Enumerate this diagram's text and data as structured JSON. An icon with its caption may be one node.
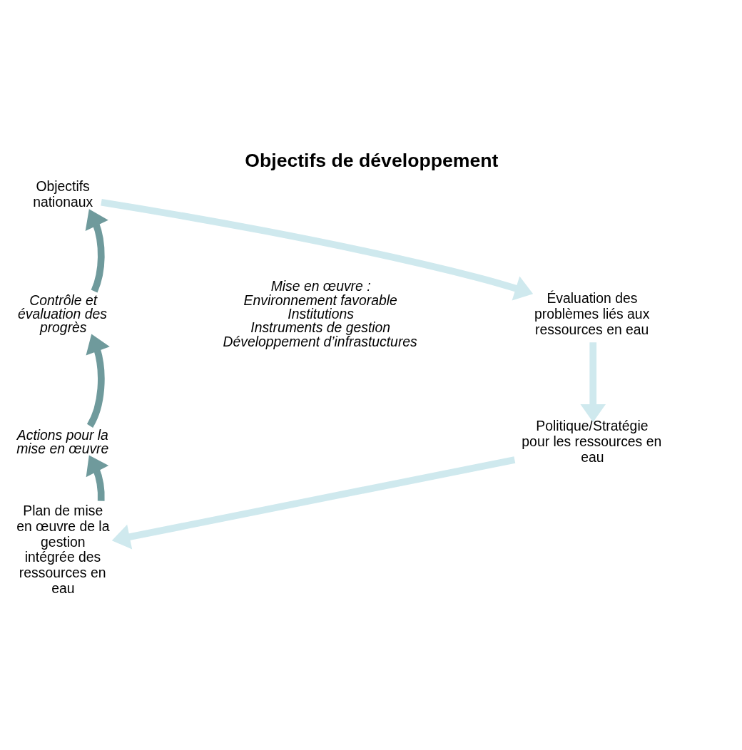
{
  "diagram": {
    "title": "Objectifs de développement",
    "nodes": [
      {
        "text": [
          "Objectifs nationaux"
        ]
      },
      {
        "text": [
          "Évaluation des problèmes liés aux ressources en eau"
        ]
      },
      {
        "text": [
          "Politique/Stratégie pour les ressources en eau"
        ]
      },
      {
        "text": [
          "Plan de mise en œuvre de la gestion intégrée des ressources en eau"
        ]
      },
      {
        "text": [
          "Actions pour la mise en œuvre"
        ]
      },
      {
        "text": [
          "Contrôle et évaluation des progrès"
        ]
      }
    ],
    "edges": [
      {
        "from": 0,
        "to": 1,
        "arrow": "to"
      },
      {
        "from": 1,
        "to": 2,
        "arrow": "to"
      },
      {
        "from": 2,
        "to": 3,
        "arrow": "to"
      },
      {
        "from": 3,
        "to": 4,
        "arrow": "to",
        "color": "#6f9a9c"
      },
      {
        "from": 4,
        "to": 5,
        "arrow": "to",
        "color": "#6f9a9c"
      },
      {
        "from": 5,
        "to": 0,
        "arrow": "to",
        "color": "#6f9a9c"
      }
    ],
    "labels": [
      "Mise en œuvre :",
      "Environnement favorable",
      "Institutions",
      "Instruments de gestion",
      "Développement d’infrastuctures"
    ]
  }
}
